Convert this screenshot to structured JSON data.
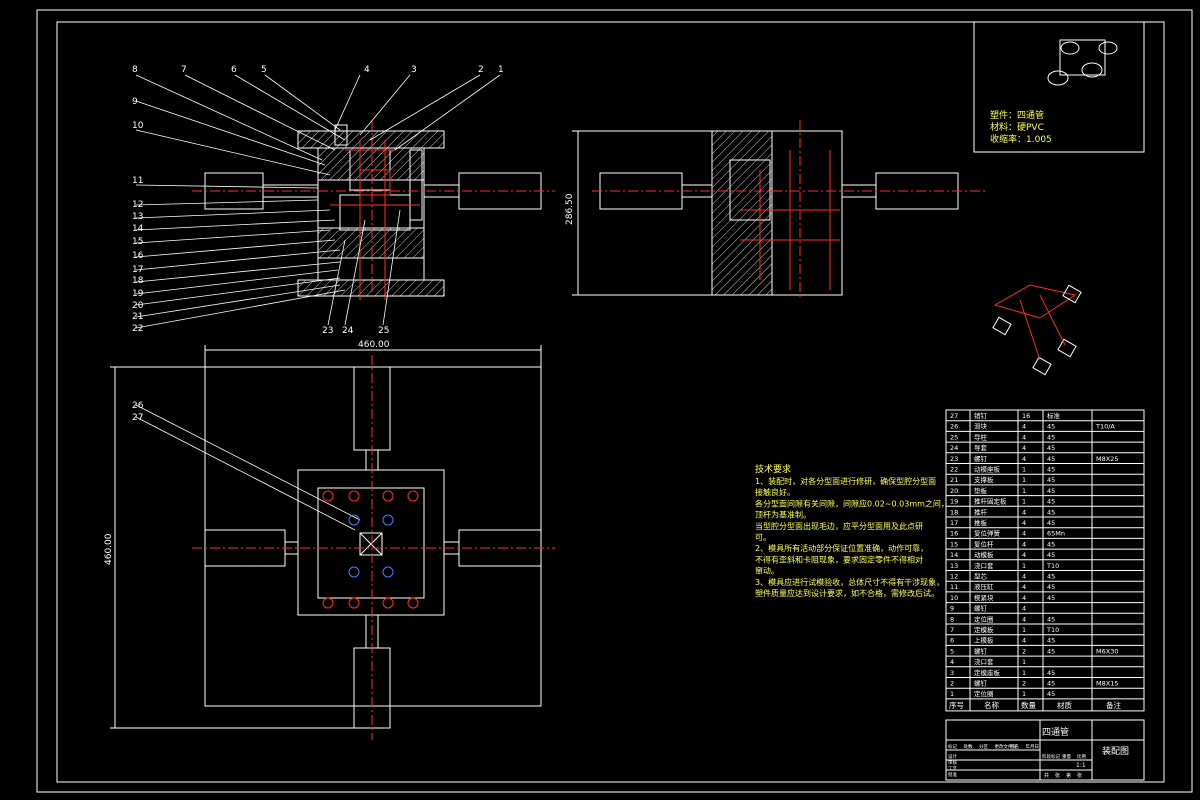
{
  "balloons_top": [
    "8",
    "7",
    "6",
    "5",
    "4",
    "3",
    "2",
    "1"
  ],
  "balloons_left": [
    "9",
    "10",
    "11",
    "12",
    "13",
    "14",
    "15",
    "16",
    "17",
    "18",
    "19",
    "20",
    "21",
    "22"
  ],
  "balloons_bottom": [
    "23",
    "24",
    "25"
  ],
  "balloons_plan": [
    "26",
    "27"
  ],
  "dims": {
    "side_height": "286.50",
    "plan_width": "460.00",
    "plan_height": "460.00"
  },
  "part_info": {
    "name": "塑件：四通管",
    "material": "材料：硬PVC",
    "shrink": "收缩率：1.005"
  },
  "tech_req": {
    "title": "技术要求",
    "lines": [
      "1、装配时，对各分型面进行修研，确保型腔分型面",
      "接触良好。",
      "各分型面间隙有关间隙，间隙应0.02~0.03mm之间，",
      "顶杆为基准制。",
      "当型腔分型面出现毛边，应平分型面用及此点研",
      "可。",
      "2、模具所有活动部分保证位置准确，动作可靠，",
      "不得有歪斜和卡阻现象，要求固定零件不得相对",
      "窜动。",
      "3、模具应进行试模验收，总体尺寸不得有干涉现象，",
      "塑件质量应达到设计要求，如不合格，需修改后试。"
    ]
  },
  "bom": [
    {
      "no": "27",
      "name": "销钉",
      "qty": "16",
      "mat": "标准",
      "note": ""
    },
    {
      "no": "26",
      "name": "滑块",
      "qty": "4",
      "mat": "45",
      "note": "T10/A"
    },
    {
      "no": "25",
      "name": "导柱",
      "qty": "4",
      "mat": "45",
      "note": ""
    },
    {
      "no": "24",
      "name": "导套",
      "qty": "4",
      "mat": "45",
      "note": ""
    },
    {
      "no": "23",
      "name": "螺钉",
      "qty": "4",
      "mat": "45",
      "note": "M8X25"
    },
    {
      "no": "22",
      "name": "动模座板",
      "qty": "1",
      "mat": "45",
      "note": ""
    },
    {
      "no": "21",
      "name": "支撑板",
      "qty": "1",
      "mat": "45",
      "note": ""
    },
    {
      "no": "20",
      "name": "垫板",
      "qty": "1",
      "mat": "45",
      "note": ""
    },
    {
      "no": "19",
      "name": "推杆固定板",
      "qty": "1",
      "mat": "45",
      "note": ""
    },
    {
      "no": "18",
      "name": "推杆",
      "qty": "4",
      "mat": "45",
      "note": ""
    },
    {
      "no": "17",
      "name": "推板",
      "qty": "4",
      "mat": "45",
      "note": ""
    },
    {
      "no": "16",
      "name": "复位弹簧",
      "qty": "4",
      "mat": "65Mn",
      "note": ""
    },
    {
      "no": "15",
      "name": "复位杆",
      "qty": "4",
      "mat": "45",
      "note": ""
    },
    {
      "no": "14",
      "name": "动模板",
      "qty": "4",
      "mat": "45",
      "note": ""
    },
    {
      "no": "13",
      "name": "浇口套",
      "qty": "1",
      "mat": "T10",
      "note": ""
    },
    {
      "no": "12",
      "name": "型芯",
      "qty": "4",
      "mat": "45",
      "note": ""
    },
    {
      "no": "11",
      "name": "液压缸",
      "qty": "4",
      "mat": "45",
      "note": ""
    },
    {
      "no": "10",
      "name": "楔紧块",
      "qty": "4",
      "mat": "45",
      "note": ""
    },
    {
      "no": "9",
      "name": "螺钉",
      "qty": "4",
      "mat": "",
      "note": ""
    },
    {
      "no": "8",
      "name": "定位圈",
      "qty": "4",
      "mat": "45",
      "note": ""
    },
    {
      "no": "7",
      "name": "定模板",
      "qty": "1",
      "mat": "T10",
      "note": ""
    },
    {
      "no": "6",
      "name": "上模板",
      "qty": "4",
      "mat": "45",
      "note": ""
    },
    {
      "no": "5",
      "name": "螺钉",
      "qty": "2",
      "mat": "45",
      "note": "M6X30"
    },
    {
      "no": "4",
      "name": "浇口套",
      "qty": "1",
      "mat": "",
      "note": ""
    },
    {
      "no": "3",
      "name": "定模座板",
      "qty": "1",
      "mat": "45",
      "note": ""
    },
    {
      "no": "2",
      "name": "螺钉",
      "qty": "2",
      "mat": "45",
      "note": "M8X15"
    },
    {
      "no": "1",
      "name": "定位圈",
      "qty": "1",
      "mat": "45",
      "note": ""
    }
  ],
  "bom_header": {
    "no": "序号",
    "name": "名称",
    "qty": "数量",
    "mat": "材质",
    "note": "备注"
  },
  "title_block": {
    "part": "四通管",
    "drawing": "装配图",
    "scale": "1:1",
    "marks": [
      "标记",
      "处数",
      "分区",
      "更改文件号",
      "签名",
      "年月日"
    ],
    "roles": [
      "设计",
      "审核",
      "工艺",
      "批准"
    ],
    "stage": "阶段标记",
    "weight": "重量",
    "ratio": "比例",
    "sheet": [
      "共",
      "张",
      "第",
      "张"
    ]
  }
}
